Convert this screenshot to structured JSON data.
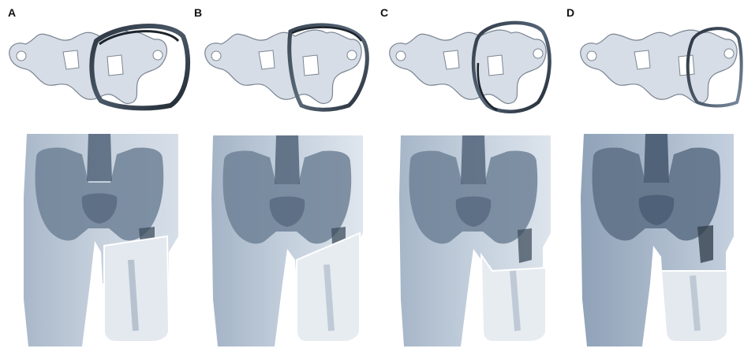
{
  "panels": [
    {
      "label": "A"
    },
    {
      "label": "B"
    },
    {
      "label": "C"
    },
    {
      "label": "D"
    }
  ],
  "colors": {
    "bone_fill": "#d7dde6",
    "bone_outline": "#7a8592",
    "ring_dark": "#2b3440",
    "ring_light": "#6f7f91",
    "skin": "#b3c1d1",
    "skin_light": "#dfe6ee",
    "pelvis": "#6f8196",
    "pelvis_dark": "#52647a",
    "socket_outline": "#ffffff"
  }
}
